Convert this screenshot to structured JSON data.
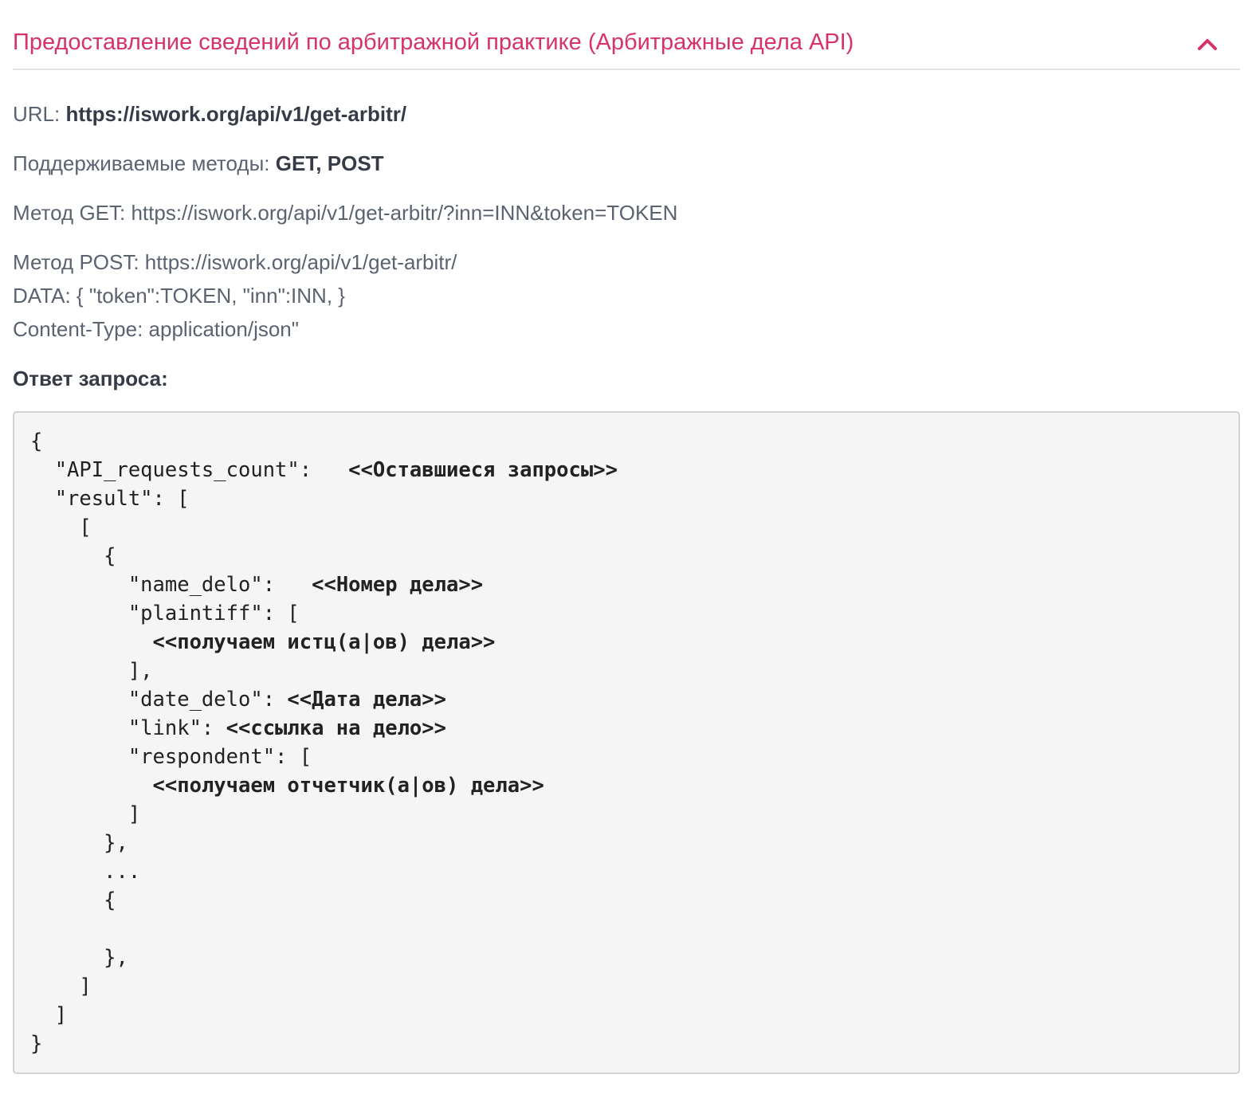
{
  "section": {
    "title": "Предоставление сведений по арбитражной практике (Арбитражные дела API)",
    "expanded": true,
    "accent_color": "#d6336c",
    "toggle_icon": "chevron-up-icon"
  },
  "info": {
    "url_label": "URL: ",
    "url_value": "https://iswork.org/api/v1/get-arbitr/",
    "methods_label": "Поддерживаемые методы: ",
    "methods_value": "GET, POST",
    "get_line": "Метод GET: https://iswork.org/api/v1/get-arbitr/?inn=INN&token=TOKEN",
    "post_line": "Метод POST: https://iswork.org/api/v1/get-arbitr/",
    "data_line": "DATA: { \"token\":TOKEN, \"inn\":INN, }",
    "content_type_line": "Content-Type: application/json\""
  },
  "response": {
    "label": "Ответ запроса:",
    "code_lines": [
      {
        "code": "{",
        "desc": ""
      },
      {
        "code": "  \"API_requests_count\":   ",
        "desc": "<<Оставшиеся запросы>>"
      },
      {
        "code": "  \"result\": [",
        "desc": ""
      },
      {
        "code": "    [",
        "desc": ""
      },
      {
        "code": "      {",
        "desc": ""
      },
      {
        "code": "        \"name_delo\":   ",
        "desc": "<<Номер дела>>"
      },
      {
        "code": "        \"plaintiff\": [",
        "desc": ""
      },
      {
        "code": "          ",
        "desc": "<<получаем истц(а|ов) дела>>"
      },
      {
        "code": "        ],",
        "desc": ""
      },
      {
        "code": "        \"date_delo\": ",
        "desc": "<<Дата дела>>"
      },
      {
        "code": "        \"link\": ",
        "desc": "<<ссылка на дело>>"
      },
      {
        "code": "        \"respondent\": [",
        "desc": ""
      },
      {
        "code": "          ",
        "desc": "<<получаем отчетчик(а|ов) дела>>"
      },
      {
        "code": "        ]",
        "desc": ""
      },
      {
        "code": "      },",
        "desc": ""
      },
      {
        "code": "      ...",
        "desc": ""
      },
      {
        "code": "      {",
        "desc": ""
      },
      {
        "code": "",
        "desc": ""
      },
      {
        "code": "      },",
        "desc": ""
      },
      {
        "code": "    ]",
        "desc": ""
      },
      {
        "code": "  ]",
        "desc": ""
      },
      {
        "code": "}",
        "desc": ""
      }
    ]
  }
}
